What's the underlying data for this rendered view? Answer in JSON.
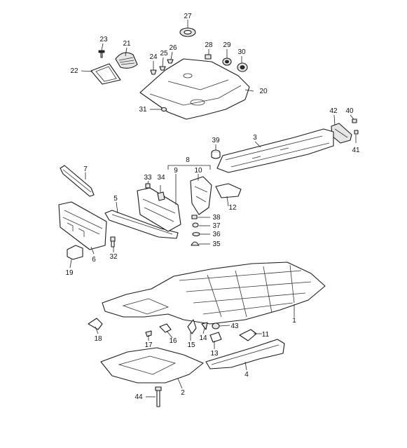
{
  "callouts": [
    {
      "id": "c27",
      "label": "27"
    },
    {
      "id": "c23",
      "label": "23"
    },
    {
      "id": "c21",
      "label": "21"
    },
    {
      "id": "c22",
      "label": "22"
    },
    {
      "id": "c24",
      "label": "24"
    },
    {
      "id": "c25",
      "label": "25"
    },
    {
      "id": "c26",
      "label": "26"
    },
    {
      "id": "c28",
      "label": "28"
    },
    {
      "id": "c29",
      "label": "29"
    },
    {
      "id": "c30",
      "label": "30"
    },
    {
      "id": "c20",
      "label": "20"
    },
    {
      "id": "c31",
      "label": "31"
    },
    {
      "id": "c42",
      "label": "42"
    },
    {
      "id": "c40",
      "label": "40"
    },
    {
      "id": "c41",
      "label": "41"
    },
    {
      "id": "c39",
      "label": "39"
    },
    {
      "id": "c3",
      "label": "3"
    },
    {
      "id": "c8",
      "label": "8"
    },
    {
      "id": "c9",
      "label": "9"
    },
    {
      "id": "c10",
      "label": "10"
    },
    {
      "id": "c7",
      "label": "7"
    },
    {
      "id": "c33",
      "label": "33"
    },
    {
      "id": "c34",
      "label": "34"
    },
    {
      "id": "c5",
      "label": "5"
    },
    {
      "id": "c12",
      "label": "12"
    },
    {
      "id": "c38",
      "label": "38"
    },
    {
      "id": "c37",
      "label": "37"
    },
    {
      "id": "c36",
      "label": "36"
    },
    {
      "id": "c35",
      "label": "35"
    },
    {
      "id": "c6",
      "label": "6"
    },
    {
      "id": "c32",
      "label": "32"
    },
    {
      "id": "c19",
      "label": "19"
    },
    {
      "id": "c1",
      "label": "1"
    },
    {
      "id": "c18",
      "label": "18"
    },
    {
      "id": "c17",
      "label": "17"
    },
    {
      "id": "c16",
      "label": "16"
    },
    {
      "id": "c15",
      "label": "15"
    },
    {
      "id": "c14",
      "label": "14"
    },
    {
      "id": "c43",
      "label": "43"
    },
    {
      "id": "c11",
      "label": "11"
    },
    {
      "id": "c13",
      "label": "13"
    },
    {
      "id": "c4",
      "label": "4"
    },
    {
      "id": "c2",
      "label": "2"
    },
    {
      "id": "c44",
      "label": "44"
    }
  ]
}
